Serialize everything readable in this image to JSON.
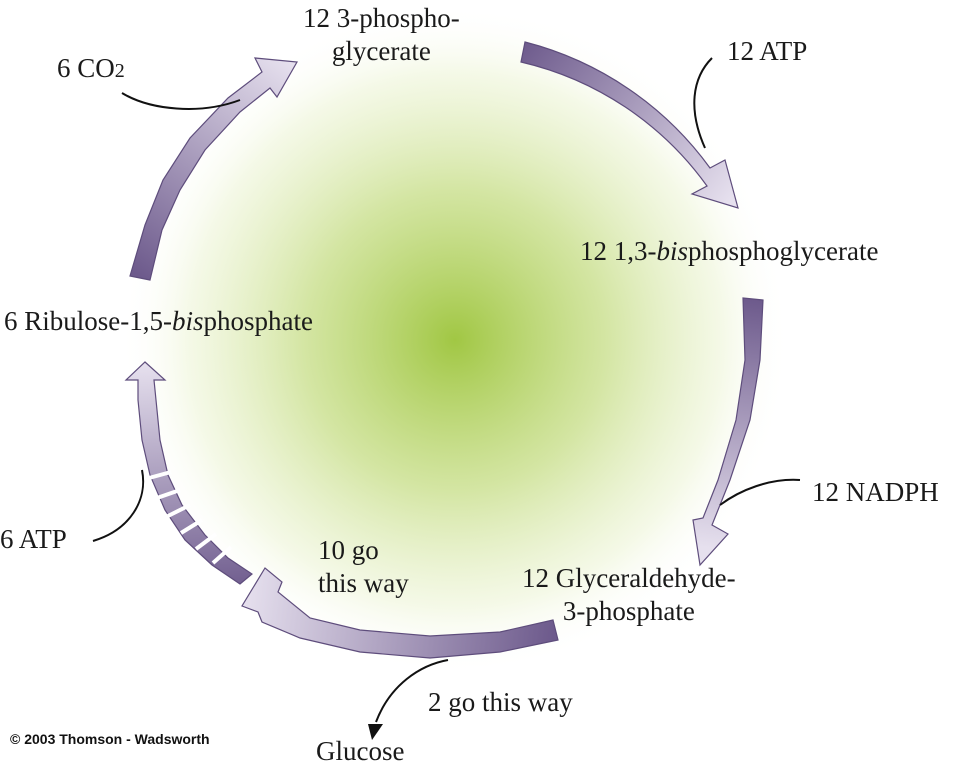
{
  "labels": {
    "pga_line1": "12 3-phospho-",
    "pga_line2": "glycerate",
    "co2_text": "6 CO",
    "co2_sub": "2",
    "atp12": "12 ATP",
    "bpg_prefix": "12 1,3-",
    "bpg_italic": "bis",
    "bpg_suffix": "phosphoglycerate",
    "rubp_prefix": "6 Ribulose-1,5-",
    "rubp_italic": "bis",
    "rubp_suffix": "phosphate",
    "nadph12": "12 NADPH",
    "g3p_line1": "12 Glyceraldehyde-",
    "g3p_line2": "3-phosphate",
    "atp6": "6 ATP",
    "ten_line1": "10 go",
    "ten_line2": "this way",
    "two_way": "2 go this way",
    "glucose": "Glucose",
    "copyright": "© 2003 Thomson - Wadsworth"
  },
  "colors": {
    "arrow_dark": "#6d5a8c",
    "arrow_light": "#e6e0ee",
    "arrow_outline": "#5e4d7c",
    "center_glow": "#9cc43a",
    "connector": "#111111"
  }
}
